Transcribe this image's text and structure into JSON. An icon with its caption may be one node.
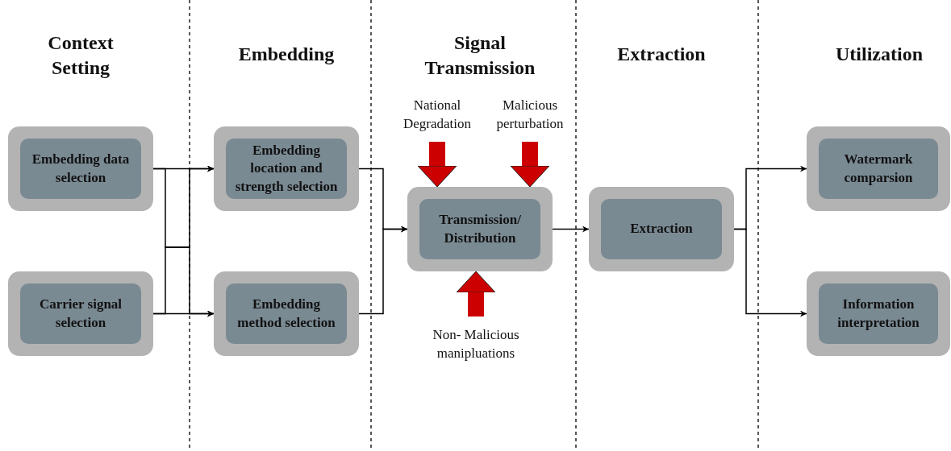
{
  "diagram": {
    "nodes": [
      {
        "text": [
          "Embedding data selection"
        ]
      },
      {
        "text": [
          "Carrier signal selection"
        ]
      },
      {
        "text": [
          "Embedding location and strength selection"
        ]
      },
      {
        "text": [
          "Embedding method selection"
        ]
      },
      {
        "text": [
          "National Degradation"
        ]
      },
      {
        "text": [
          "Malicious perturbation"
        ]
      },
      {
        "text": [
          "Transmission/ Distribution"
        ]
      },
      {
        "text": [
          "Non- Malicious manipluations"
        ]
      },
      {
        "text": [
          "Extraction"
        ]
      },
      {
        "text": [
          "Watermark comparsion"
        ]
      },
      {
        "text": [
          "Information interpretation"
        ]
      }
    ],
    "edges": [
      {
        "from": 0,
        "to": 2,
        "arrow": "to"
      },
      {
        "from": 0,
        "to": 3,
        "arrow": "to"
      },
      {
        "from": 1,
        "to": 2,
        "arrow": "to"
      },
      {
        "from": 1,
        "to": 3,
        "arrow": "to"
      },
      {
        "from": 2,
        "to": 6,
        "arrow": "to"
      },
      {
        "from": 3,
        "to": 6,
        "arrow": "to"
      },
      {
        "from": 4,
        "to": 6,
        "arrow": "to",
        "style": "thick",
        "color": "#cc0000"
      },
      {
        "from": 5,
        "to": 6,
        "arrow": "to",
        "style": "thick",
        "color": "#cc0000"
      },
      {
        "from": 7,
        "to": 6,
        "arrow": "to",
        "style": "thick",
        "color": "#cc0000"
      },
      {
        "from": 6,
        "to": 8,
        "arrow": "to"
      },
      {
        "from": 8,
        "to": 9,
        "arrow": "to"
      },
      {
        "from": 8,
        "to": 10,
        "arrow": "to"
      }
    ],
    "labels": [
      "Context Setting",
      "Embedding",
      "Signal Transmission",
      "Extraction",
      "Utilization"
    ]
  }
}
